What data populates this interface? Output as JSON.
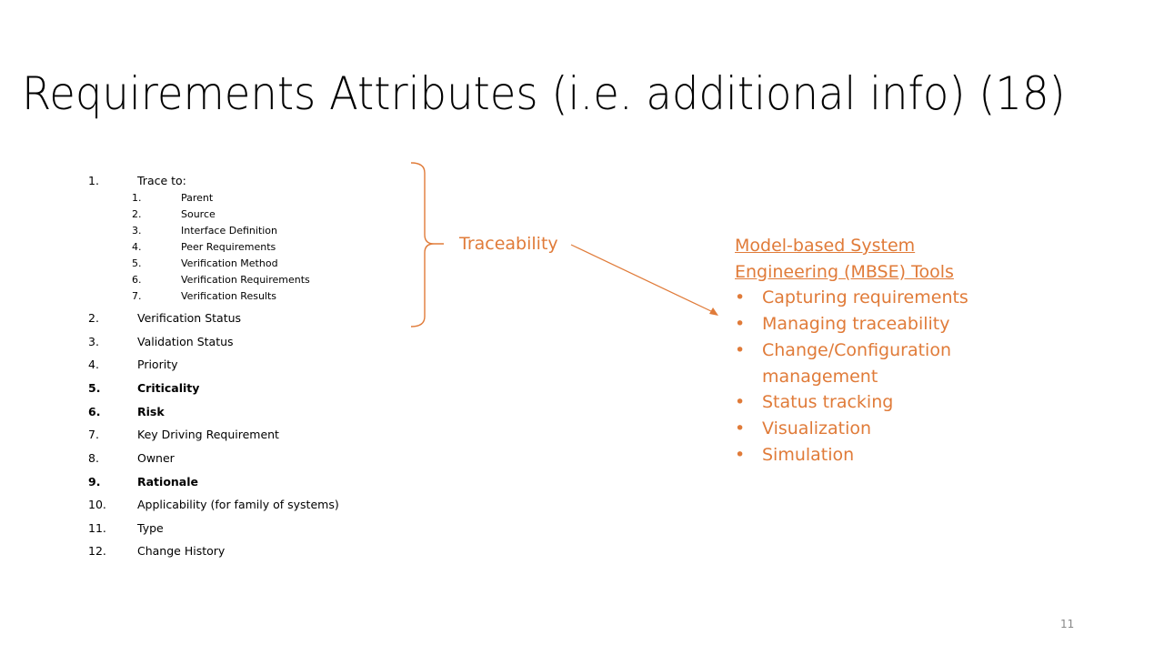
{
  "slide": {
    "title": "Requirements Attributes (i.e. additional info) (18)",
    "page_number": "11",
    "accent_color": "#e07b39"
  },
  "attributes": {
    "items": [
      {
        "num": "1.",
        "label": "Trace to:",
        "bold": false
      },
      {
        "num": "2.",
        "label": "Verification Status",
        "bold": false
      },
      {
        "num": "3.",
        "label": "Validation Status",
        "bold": false
      },
      {
        "num": "4.",
        "label": "Priority",
        "bold": false
      },
      {
        "num": "5.",
        "label": "Criticality",
        "bold": true
      },
      {
        "num": "6.",
        "label": "Risk",
        "bold": true
      },
      {
        "num": "7.",
        "label": "Key Driving Requirement",
        "bold": false
      },
      {
        "num": "8.",
        "label": "Owner",
        "bold": false
      },
      {
        "num": "9.",
        "label": "Rationale",
        "bold": true
      },
      {
        "num": "10.",
        "label": "Applicability (for family of systems)",
        "bold": false
      },
      {
        "num": "11.",
        "label": "Type",
        "bold": false
      },
      {
        "num": "12.",
        "label": "Change History",
        "bold": false
      }
    ],
    "trace_subitems": [
      {
        "num": "1.",
        "label": "Parent"
      },
      {
        "num": "2.",
        "label": "Source"
      },
      {
        "num": "3.",
        "label": "Interface Definition"
      },
      {
        "num": "4.",
        "label": "Peer Requirements"
      },
      {
        "num": "5.",
        "label": "Verification Method"
      },
      {
        "num": "6.",
        "label": "Verification Requirements"
      },
      {
        "num": "7.",
        "label": "Verification Results"
      }
    ]
  },
  "traceability": {
    "label": "Traceability"
  },
  "mbse": {
    "heading_line1": "Model-based System",
    "heading_line2": "Engineering (MBSE) Tools",
    "bullet_symbol": "•",
    "bullets": [
      "Capturing requirements",
      "Managing traceability",
      "Change/Configuration",
      "management",
      "Status tracking",
      "Visualization",
      "Simulation"
    ]
  }
}
